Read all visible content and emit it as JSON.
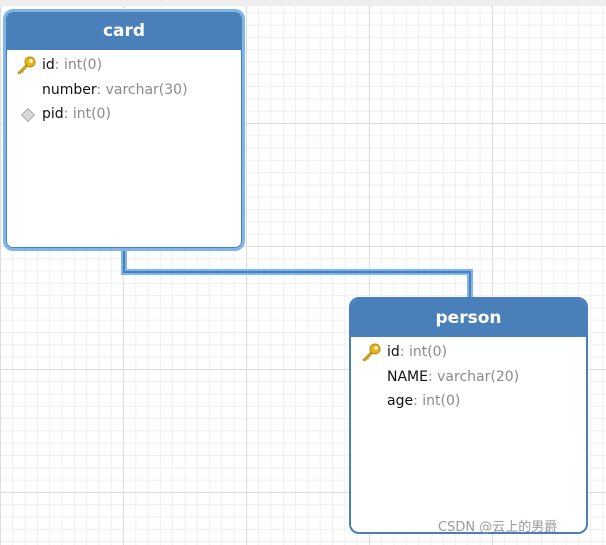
{
  "tables": [
    {
      "title": "card",
      "fields": [
        {
          "name": "id",
          "type": ": int(0)",
          "icon": "primary-key-icon"
        },
        {
          "name": "number",
          "type": ": varchar(30)",
          "icon": ""
        },
        {
          "name": "pid",
          "type": ": int(0)",
          "icon": "foreign-key-icon"
        }
      ]
    },
    {
      "title": "person",
      "fields": [
        {
          "name": "id",
          "type": ": int(0)",
          "icon": "primary-key-icon"
        },
        {
          "name": "NAME",
          "type": ": varchar(20)",
          "icon": ""
        },
        {
          "name": "age",
          "type": ": int(0)",
          "icon": ""
        }
      ]
    }
  ],
  "colors": {
    "header": "#4a80b9",
    "selection": "#7fb6ea",
    "key": "#e8b81a",
    "connector": "#4a7fbd"
  },
  "watermark": "CSDN @云上的男爵"
}
